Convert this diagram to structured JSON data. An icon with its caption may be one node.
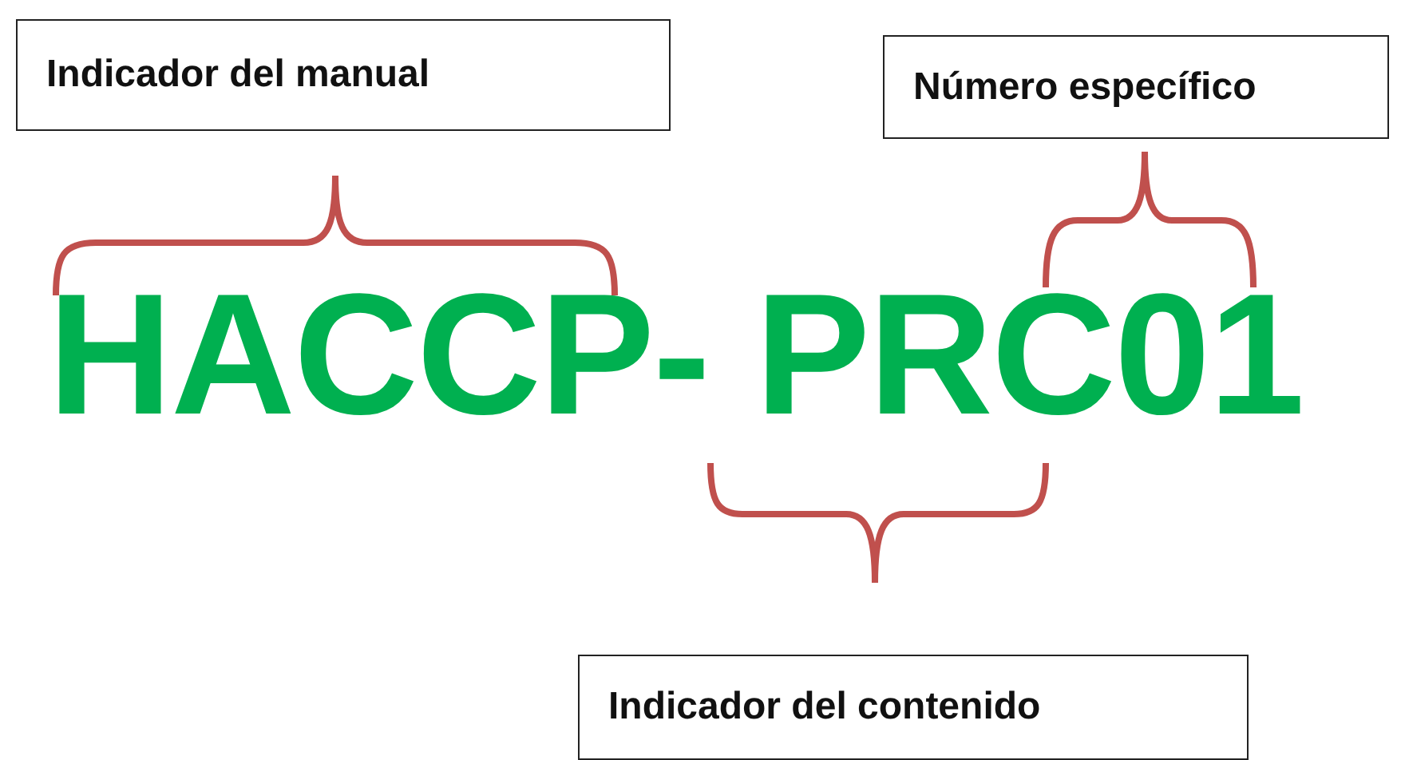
{
  "diagram": {
    "nodes": [
      {
        "text": [
          "Indicador del manual"
        ]
      },
      {
        "text": [
          "Número específico"
        ]
      },
      {
        "text": [
          "Indicador del contenido"
        ]
      }
    ],
    "labels": [
      "HACCP- PRC01"
    ]
  }
}
